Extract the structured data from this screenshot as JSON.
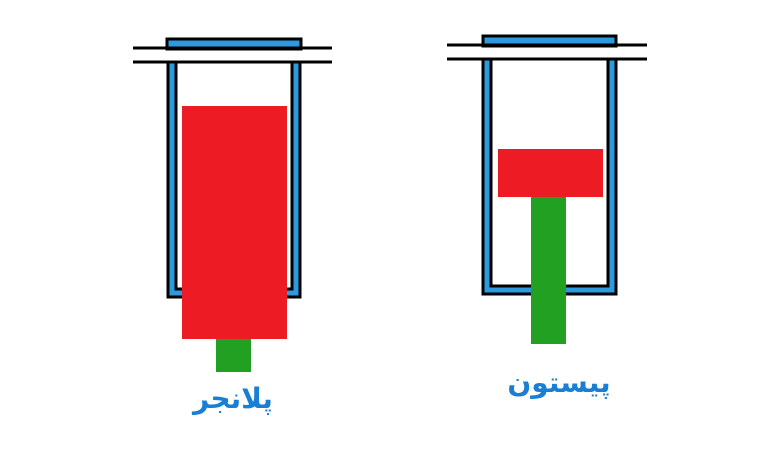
{
  "colors": {
    "background": "#ffffff",
    "outline": "#000000",
    "cylinder_wall": "#2d9ae0",
    "head": "#ed1c24",
    "rod": "#22a022",
    "label": "#1a7fd4"
  },
  "figures": [
    {
      "id": "plunger",
      "label": "پلانجر"
    },
    {
      "id": "piston",
      "label": "پیستون"
    }
  ]
}
